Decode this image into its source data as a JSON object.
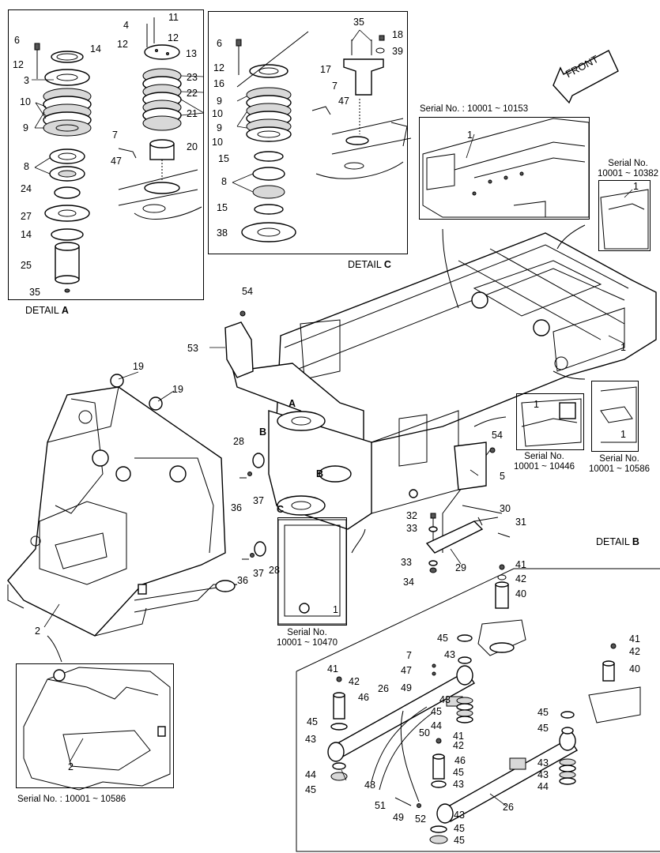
{
  "details": {
    "a": {
      "prefix": "DETAIL",
      "letter": "A"
    },
    "b": {
      "prefix": "DETAIL",
      "letter": "B"
    },
    "c": {
      "prefix": "DETAIL",
      "letter": "C"
    }
  },
  "front_arrow": {
    "label": "FRONT"
  },
  "view_markers": {
    "a": "A",
    "b1": "B",
    "b2": "B",
    "c": "C"
  },
  "serials": {
    "s1": "Serial No. : 10001 ~ 10153",
    "s2_l1": "Serial No.",
    "s2_l2": "10001 ~ 10382",
    "s3_l1": "Serial No.",
    "s3_l2": "10001 ~ 10446",
    "s4_l1": "Serial No.",
    "s4_l2": "10001 ~ 10586",
    "s5_l1": "Serial No.",
    "s5_l2": "10001 ~ 10470",
    "s6": "Serial No. : 10001 ~ 10586"
  },
  "callouts": {
    "a": [
      "6",
      "12",
      "3",
      "10",
      "9",
      "8",
      "24",
      "27",
      "14",
      "25",
      "35",
      "14",
      "4",
      "11",
      "12",
      "12",
      "13",
      "23",
      "22",
      "21",
      "7",
      "47",
      "20"
    ],
    "c": [
      "6",
      "12",
      "16",
      "9",
      "10",
      "9",
      "10",
      "15",
      "8",
      "15",
      "38",
      "35",
      "18",
      "39",
      "17",
      "7",
      "47"
    ],
    "main": [
      "1",
      "1",
      "1",
      "1",
      "1",
      "1",
      "1",
      "54",
      "53",
      "19",
      "19",
      "28",
      "37",
      "36",
      "28",
      "37",
      "36",
      "54",
      "5",
      "32",
      "33",
      "33",
      "34",
      "29",
      "30",
      "31",
      "2",
      "2"
    ],
    "b": [
      "41",
      "42",
      "40",
      "45",
      "43",
      "7",
      "47",
      "49",
      "46",
      "41",
      "42",
      "26",
      "43",
      "45",
      "44",
      "45",
      "43",
      "50",
      "41",
      "42",
      "46",
      "45",
      "43",
      "44",
      "45",
      "48",
      "51",
      "49",
      "52",
      "43",
      "45",
      "43",
      "44",
      "26",
      "45",
      "41",
      "42",
      "40",
      "45",
      "43",
      "43",
      "45",
      "44"
    ]
  }
}
